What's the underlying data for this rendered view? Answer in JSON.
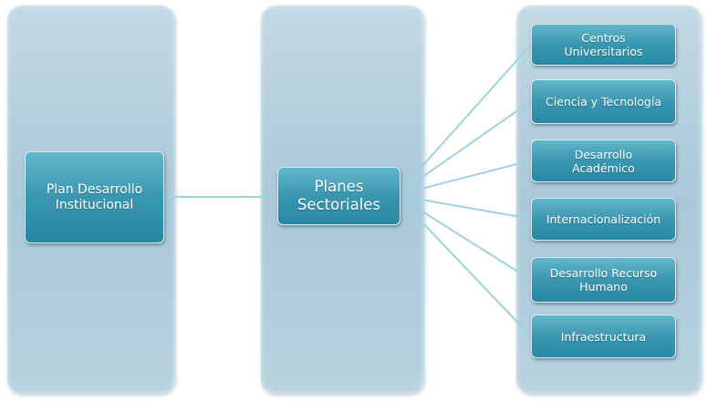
{
  "main_node": {
    "label": "Plan Desarrollo\nInstitucional"
  },
  "center_node": {
    "label": "Planes\nSectoriales"
  },
  "sectors": [
    {
      "label": "Centros\nUniversitarios"
    },
    {
      "label": "Ciencia y Tecnología"
    },
    {
      "label": "Desarrollo\nAcadémico"
    },
    {
      "label": "Internacionalización"
    },
    {
      "label": "Desarrollo Recurso\nHumano"
    },
    {
      "label": "Infraestructura"
    }
  ],
  "colors": {
    "panel": "#b3cedc",
    "node": "#3a97b0",
    "connector": "#9fd2e2"
  }
}
